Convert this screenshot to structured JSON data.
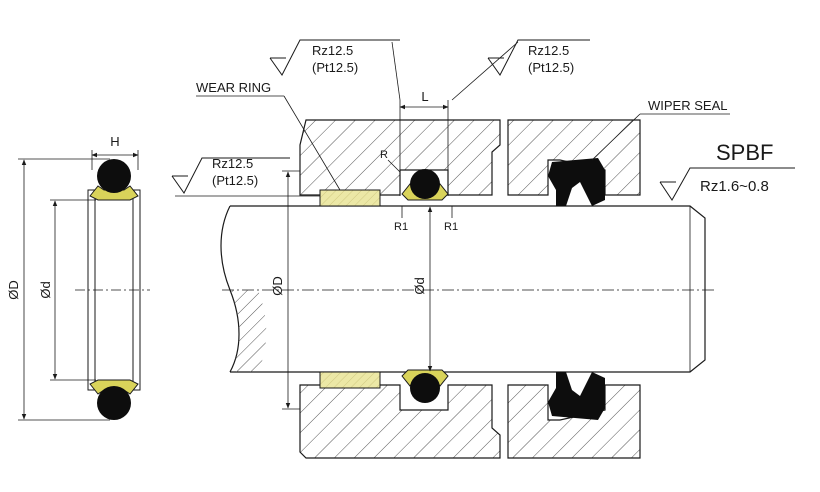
{
  "labels": {
    "wear_ring": "WEAR RING",
    "wiper_seal": "WIPER SEAL",
    "model": "SPBF",
    "rz_1_main": "Rz12.5",
    "rz_1_sub": "(Pt12.5)",
    "rz_2_main": "Rz12.5",
    "rz_2_sub": "(Pt12.5)",
    "rz_3_main": "Rz12.5",
    "rz_3_sub": "(Pt12.5)",
    "rz_rod": "Rz1.6~0.8",
    "dim_h": "H",
    "dim_l": "L",
    "dim_r": "R",
    "dim_r1_left": "R1",
    "dim_r1_right": "R1",
    "dim_D_section": "ØD",
    "dim_d_section": "Ød",
    "dim_D_assembly": "ØD",
    "dim_d_assembly": "Ød"
  },
  "colors": {
    "line": "#1a1a1a",
    "hatch": "#555555",
    "oring": "#0d0d0d",
    "backup": "#d9d35a",
    "wear_ring_fill": "#ece8a6"
  }
}
